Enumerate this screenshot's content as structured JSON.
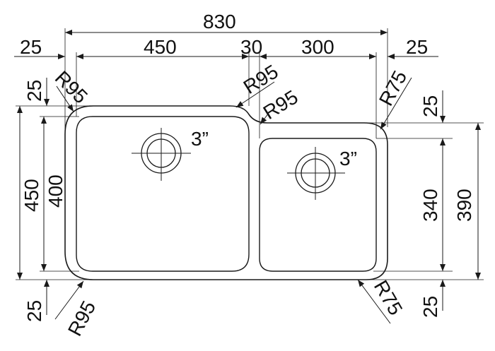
{
  "drawing": {
    "overall_width": "830",
    "left_margin": "25",
    "large_bowl_width": "450",
    "divider_width": "30",
    "small_bowl_width": "300",
    "right_margin": "25",
    "large_corner_radius_top": "R95",
    "large_corner_radius_bottom": "R95",
    "divider_radius_top": "R95",
    "divider_radius_second": "R95",
    "small_corner_radius_top": "R75",
    "small_corner_radius_bottom": "R75",
    "left_top_margin": "25",
    "left_bottom_margin": "25",
    "large_outer_height": "450",
    "large_inner_height": "400",
    "right_top_margin": "25",
    "right_bottom_margin": "25",
    "small_inner_height": "340",
    "small_outer_height": "390",
    "large_drain_size": "3”",
    "small_drain_size": "3”"
  },
  "colors": {
    "line": "#1a1a1a",
    "background": "#ffffff"
  }
}
